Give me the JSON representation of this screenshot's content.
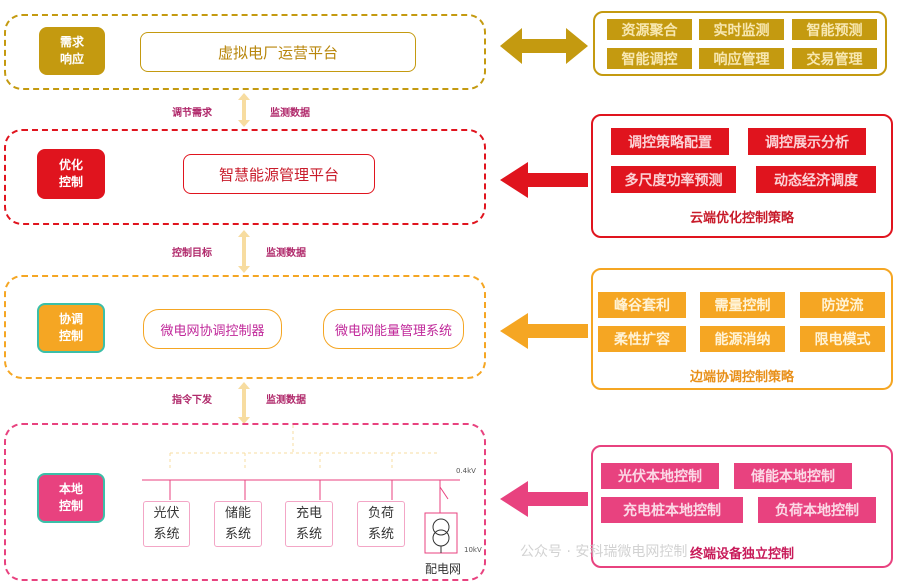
{
  "layers": {
    "l1": {
      "badge": "需求\n响应",
      "platform": "虚拟电厂运营平台"
    },
    "l2": {
      "badge": "优化\n控制",
      "platform": "智慧能源管理平台"
    },
    "l3": {
      "badge": "协调\n控制",
      "controller": "微电网协调控制器",
      "ems": "微电网能量管理系统"
    },
    "l4": {
      "badge": "本地\n控制",
      "pv": "光伏\n系统",
      "storage": "储能\n系统",
      "charging": "充电\n系统",
      "load": "负荷\n系统",
      "grid": "配电网",
      "v_high": "0.4kV",
      "v_low": "10kV"
    }
  },
  "links": {
    "l1_down": "调节需求",
    "l1_up": "监测数据",
    "l2_down": "控制目标",
    "l2_up": "监测数据",
    "l3_down": "指令下发",
    "l3_up": "监测数据"
  },
  "panels": {
    "p1": {
      "items": [
        "资源聚合",
        "实时监测",
        "智能预测",
        "智能调控",
        "响应管理",
        "交易管理"
      ]
    },
    "p2": {
      "items": [
        "调控策略配置",
        "调控展示分析",
        "多尺度功率预测",
        "动态经济调度"
      ],
      "caption": "云端优化控制策略"
    },
    "p3": {
      "items": [
        "峰谷套利",
        "需量控制",
        "防逆流",
        "柔性扩容",
        "能源消纳",
        "限电模式"
      ],
      "caption": "边端协调控制策略"
    },
    "p4": {
      "items": [
        "光伏本地控制",
        "储能本地控制",
        "充电桩本地控制",
        "负荷本地控制"
      ],
      "caption": "终端设备独立控制"
    }
  },
  "watermark": "公众号 · 安科瑞微电网控制",
  "colors": {
    "gold": "#c49a10",
    "red": "#e0141e",
    "orange": "#f5a623",
    "pink": "#e8427f"
  }
}
